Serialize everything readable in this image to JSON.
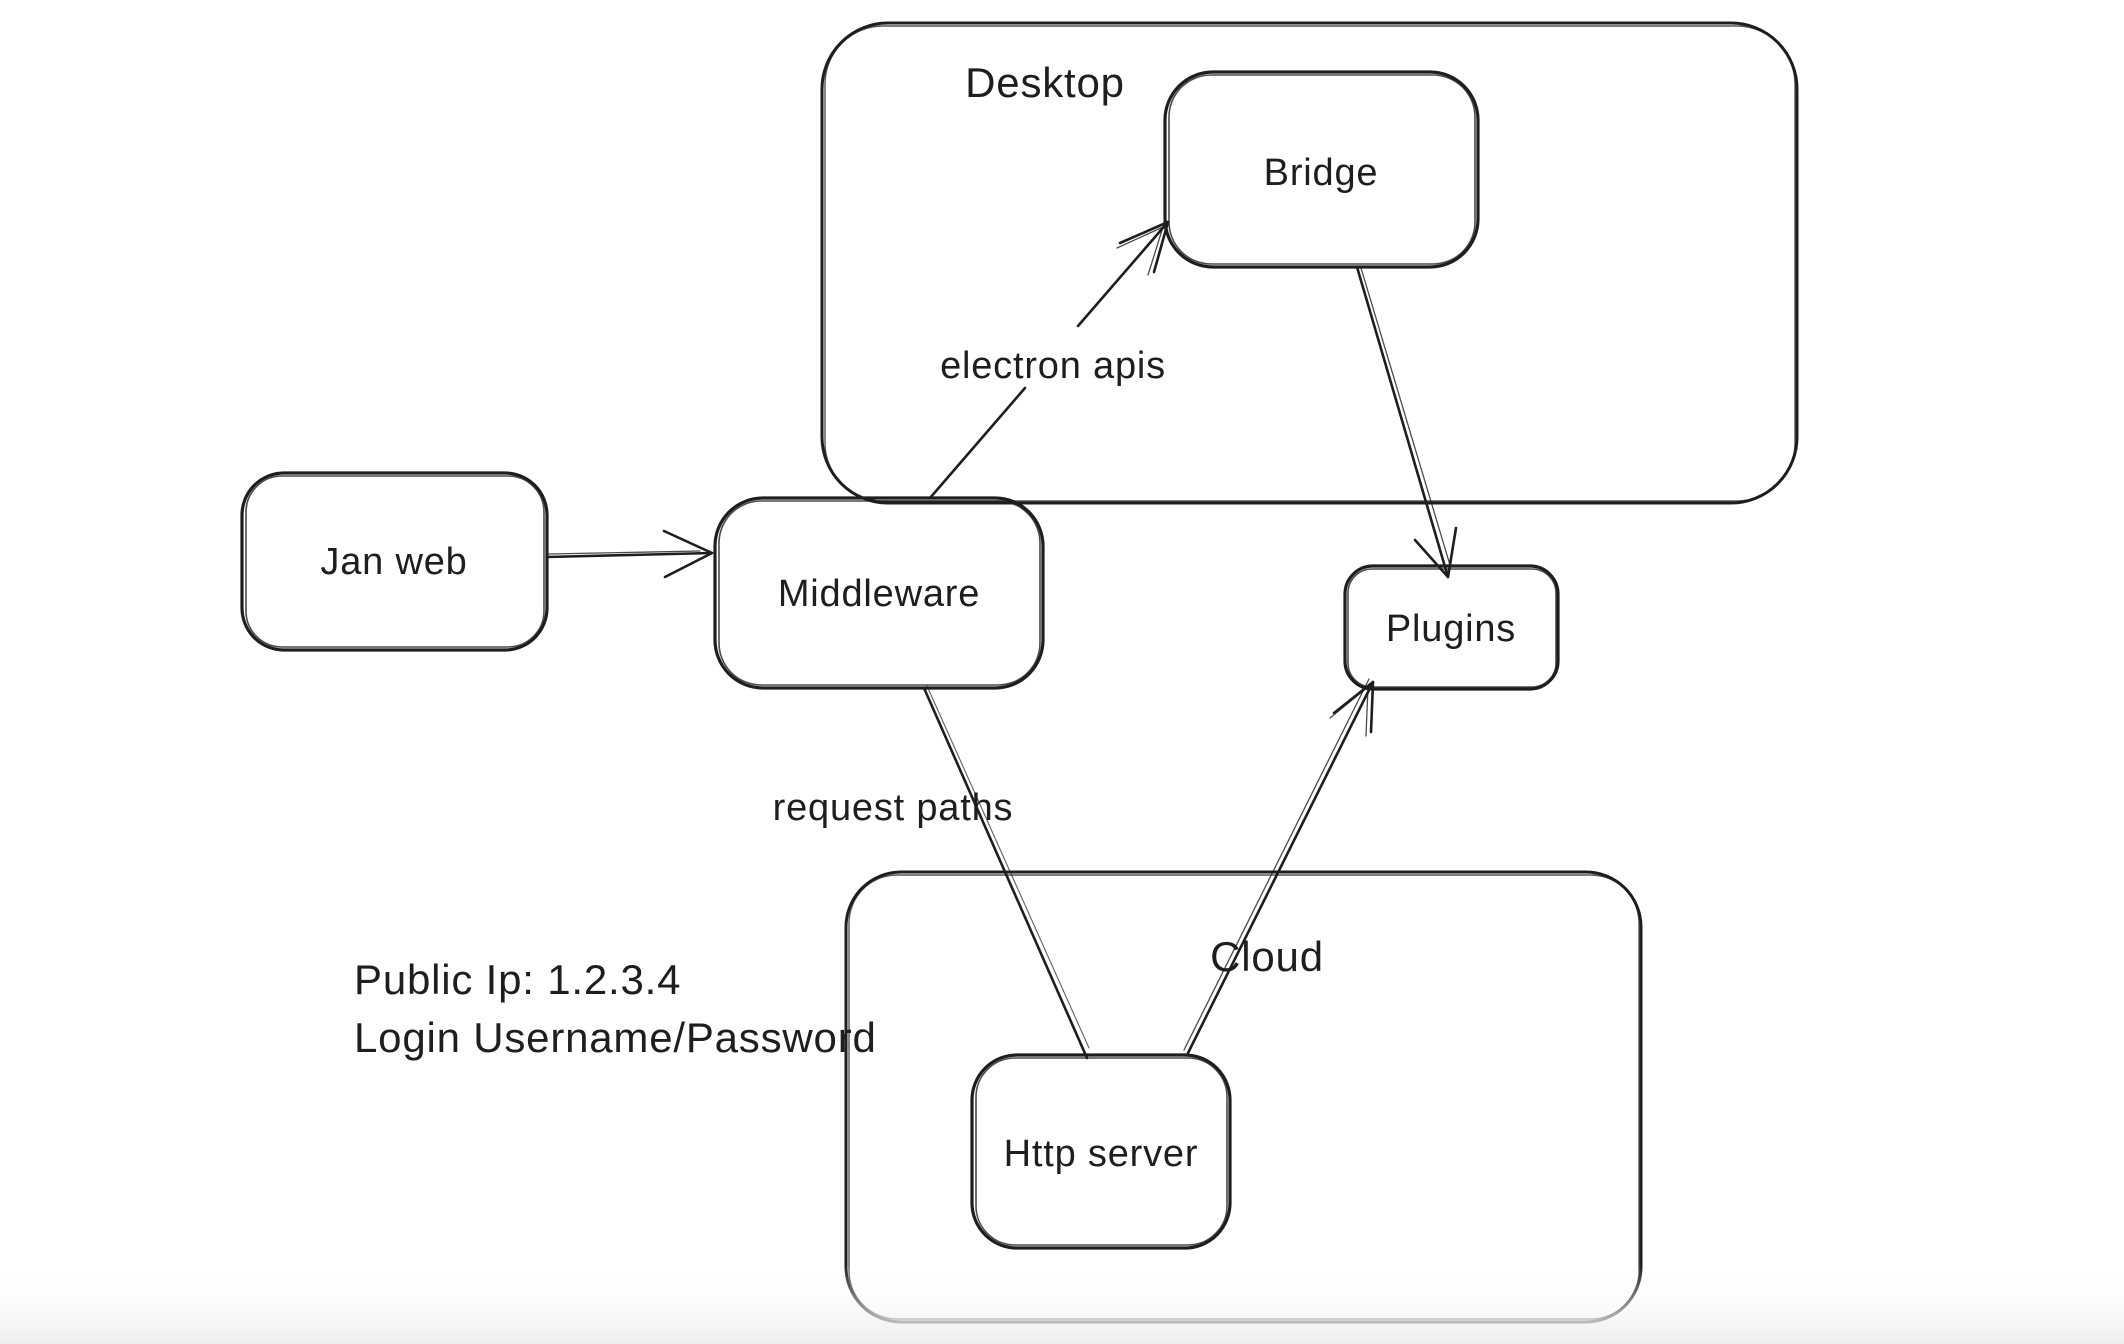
{
  "canvas": {
    "background": "#ffffff",
    "stroke_color": "#1e1e1e",
    "text_color": "#1e1e1e",
    "bottom_fade_color": "#eceef0"
  },
  "containers": [
    {
      "id": "desktop",
      "label": "Desktop"
    },
    {
      "id": "cloud",
      "label": "Cloud"
    }
  ],
  "nodes": [
    {
      "id": "jan-web",
      "label": "Jan web"
    },
    {
      "id": "middleware",
      "label": "Middleware"
    },
    {
      "id": "bridge",
      "label": "Bridge"
    },
    {
      "id": "plugins",
      "label": "Plugins"
    },
    {
      "id": "http-server",
      "label": "Http server"
    }
  ],
  "edges": [
    {
      "from": "jan-web",
      "to": "middleware",
      "label": "",
      "arrowhead": "end"
    },
    {
      "from": "middleware",
      "to": "bridge",
      "label": "electron apis",
      "arrowhead": "end"
    },
    {
      "from": "bridge",
      "to": "plugins",
      "label": "",
      "arrowhead": "end"
    },
    {
      "from": "middleware",
      "to": "http-server",
      "label": "request paths",
      "arrowhead": "none"
    },
    {
      "from": "http-server",
      "to": "plugins",
      "label": "",
      "arrowhead": "end"
    }
  ],
  "annotation": {
    "line1": "Public Ip: 1.2.3.4",
    "line2": "Login Username/Password"
  }
}
